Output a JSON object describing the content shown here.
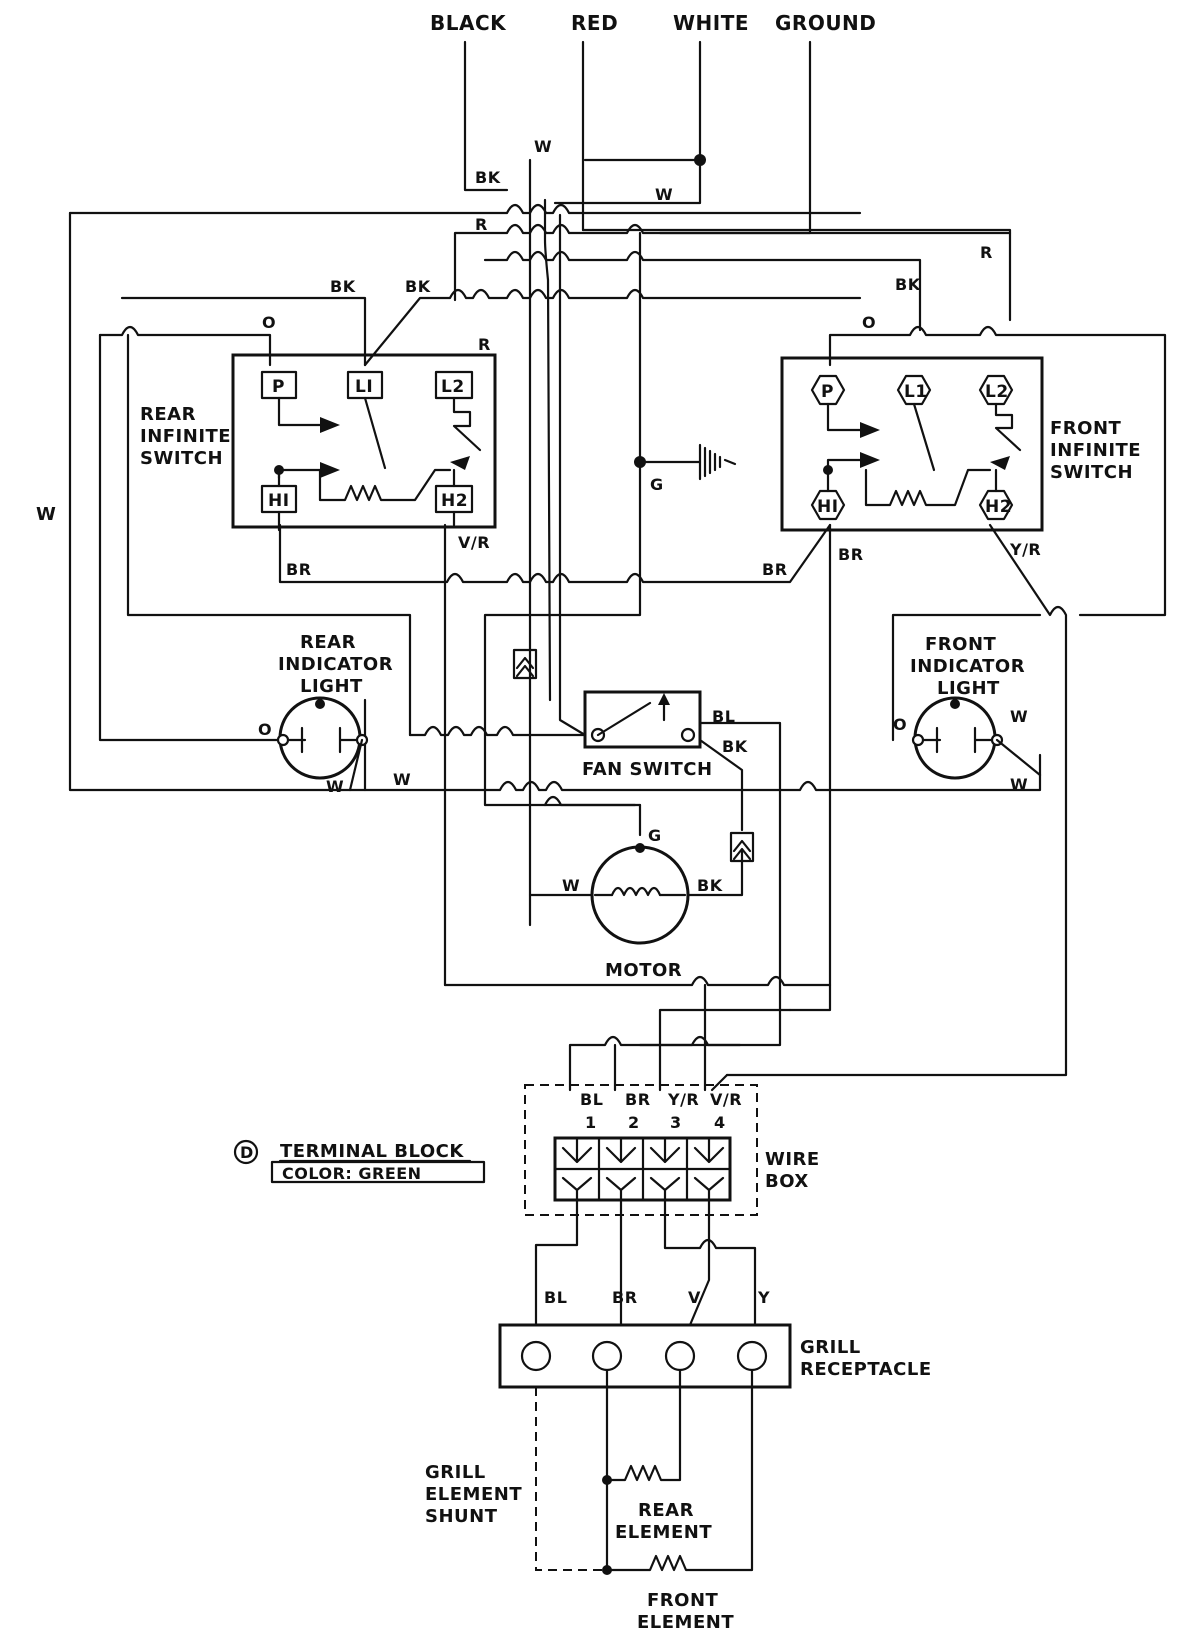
{
  "supply": {
    "black": "BLACK",
    "red": "RED",
    "white": "WHITE",
    "ground": "GROUND"
  },
  "wire_codes": {
    "white": "W",
    "black": "BK",
    "red": "R",
    "orange": "O",
    "brown": "BR",
    "green": "G",
    "blue": "BL",
    "violet_red": "V/R",
    "yellow_red": "Y/R",
    "yellow_red_alt": "Y/R",
    "violet": "V",
    "yellow": "Y"
  },
  "terminals": {
    "p": "P",
    "l1": "LI",
    "l1_front": "L1",
    "l2": "L2",
    "h1": "HI",
    "h2": "H2",
    "tb_1": "1",
    "tb_2": "2",
    "tb_3": "3",
    "tb_4": "4"
  },
  "components": {
    "rear_switch": [
      "REAR",
      "INFINITE",
      "SWITCH"
    ],
    "front_switch": [
      "FRONT",
      "INFINITE",
      "SWITCH"
    ],
    "rear_light": [
      "REAR",
      "INDICATOR",
      "LIGHT"
    ],
    "front_light": [
      "FRONT",
      "INDICATOR",
      "LIGHT"
    ],
    "fan_switch": "FAN SWITCH",
    "motor": "MOTOR",
    "wire_box": [
      "WIRE",
      "BOX"
    ],
    "grill_receptacle": [
      "GRILL",
      "RECEPTACLE"
    ],
    "grill_shunt": [
      "GRILL",
      "ELEMENT",
      "SHUNT"
    ],
    "rear_element": [
      "REAR",
      "ELEMENT"
    ],
    "front_element": [
      "FRONT",
      "ELEMENT"
    ]
  },
  "terminal_block_note": {
    "marker": "D",
    "title": "TERMINAL BLOCK",
    "color": "COLOR: GREEN"
  }
}
